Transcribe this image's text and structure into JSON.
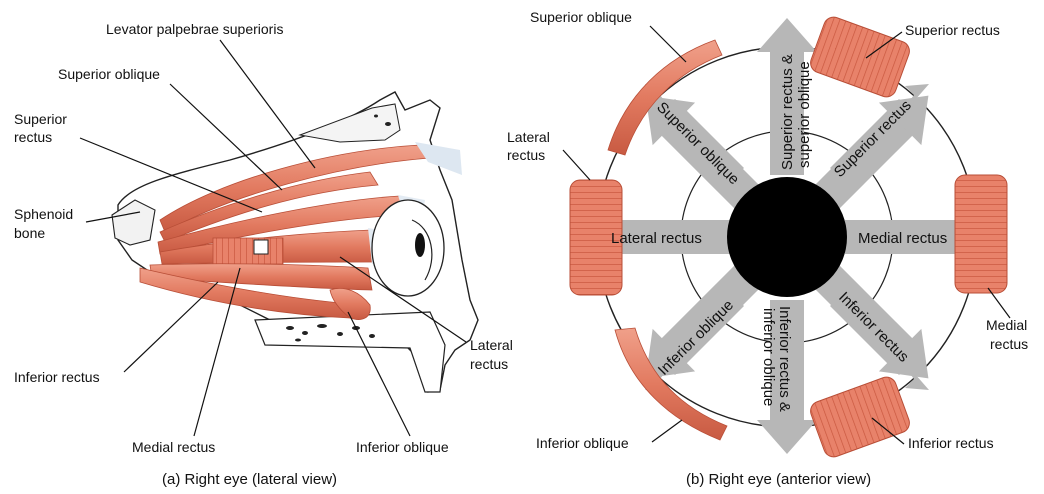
{
  "panel_a": {
    "caption": "(a) Right eye (lateral view)",
    "labels": {
      "levator": "Levator palpebrae superioris",
      "superior_oblique": "Superior oblique",
      "superior_rectus_1": "Superior",
      "superior_rectus_2": "rectus",
      "sphenoid_1": "Sphenoid",
      "sphenoid_2": "bone",
      "inferior_rectus": "Inferior rectus",
      "medial_rectus": "Medial rectus",
      "inferior_oblique": "Inferior oblique",
      "lateral_rectus_1": "Lateral",
      "lateral_rectus_2": "rectus"
    }
  },
  "panel_b": {
    "caption": "(b) Right eye (anterior view)",
    "labels": {
      "superior_oblique": "Superior oblique",
      "superior_rectus": "Superior rectus",
      "lateral_rectus_1": "Lateral",
      "lateral_rectus_2": "rectus",
      "medial_rectus_1": "Medial",
      "medial_rectus_2": "rectus",
      "inferior_oblique": "Inferior oblique",
      "inferior_rectus": "Inferior rectus"
    },
    "arrows": {
      "up_1": "Superior rectus &",
      "up_2": "superior oblique",
      "up_right": "Superior rectus",
      "right": "Medial rectus",
      "down_right": "Inferior rectus",
      "down_1": "Inferior rectus &",
      "down_2": "inferior oblique",
      "down_left": "Inferior oblique",
      "left": "Lateral rectus",
      "up_left": "Superior oblique"
    }
  },
  "colors": {
    "muscle": "#e8826a",
    "muscle_dark": "#c9583f",
    "arrow": "#b7b7b7",
    "tendon": "#dfe8f2",
    "pupil": "#000000",
    "outline": "#222222"
  }
}
